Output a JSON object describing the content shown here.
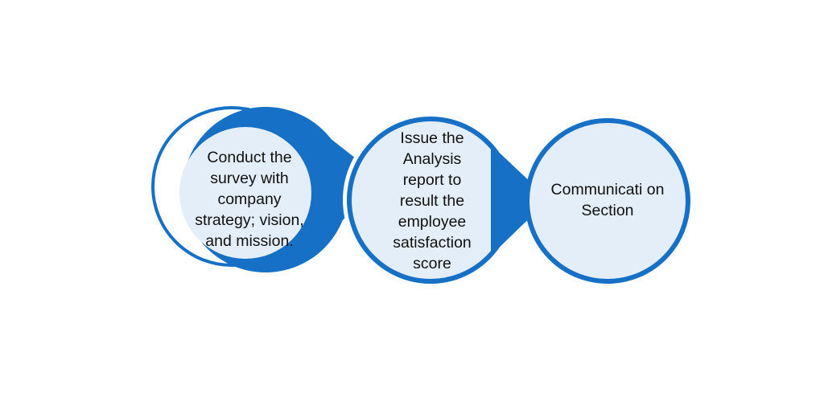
{
  "steps": [
    {
      "label": "Conduct the survey with company strategy; vision, and mission."
    },
    {
      "label": "Issue the Analysis report to result the employee satisfaction score"
    },
    {
      "label": "Communicati on Section"
    }
  ],
  "colors": {
    "accent": "#1570c6",
    "fill": "#e4eef8",
    "background": "#ffffff"
  }
}
